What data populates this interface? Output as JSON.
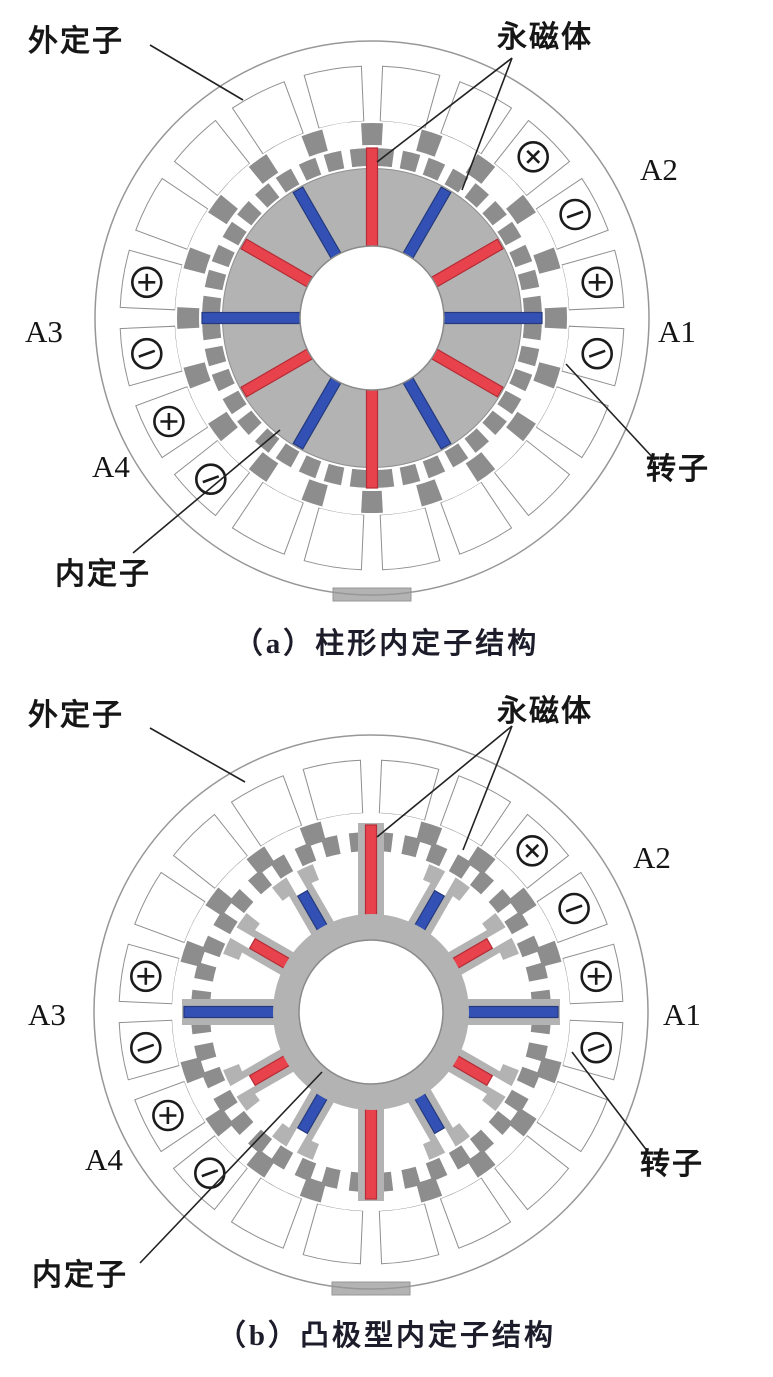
{
  "figure": {
    "diagrams": [
      {
        "id": "a",
        "caption": "（a）柱形内定子结构",
        "inner_type": "cylindrical",
        "labels": {
          "outer_stator": "外定子",
          "magnet": "永磁体",
          "rotor": "转子",
          "inner_stator": "内定子",
          "coil_a1": "A1",
          "coil_a2": "A2",
          "coil_a3": "A3",
          "coil_a4": "A4"
        }
      },
      {
        "id": "b",
        "caption": "（b）凸极型内定子结构",
        "inner_type": "salient_pole",
        "labels": {
          "outer_stator": "外定子",
          "magnet": "永磁体",
          "rotor": "转子",
          "inner_stator": "内定子",
          "coil_a1": "A1",
          "coil_a2": "A2",
          "coil_a3": "A3",
          "coil_a4": "A4"
        }
      }
    ],
    "stator": {
      "slot_count": 20,
      "slot_pitch_deg": 18
    },
    "magnets": {
      "count": 12,
      "angle_step_deg": 30,
      "top_color": "red",
      "alternation": [
        "red",
        "blue"
      ]
    },
    "coil_slots": [
      {
        "side": "right",
        "angle_deg": 45,
        "symbol": "circle-cross"
      },
      {
        "side": "right",
        "angle_deg": 63,
        "symbol": "circle-minus"
      },
      {
        "side": "right",
        "angle_deg": 81,
        "symbol": "circle-plus"
      },
      {
        "side": "right",
        "angle_deg": 99,
        "symbol": "circle-minus"
      },
      {
        "side": "left",
        "angle_deg": -81,
        "symbol": "circle-plus"
      },
      {
        "side": "left",
        "angle_deg": -99,
        "symbol": "circle-minus"
      },
      {
        "side": "left",
        "angle_deg": -117,
        "symbol": "circle-plus"
      },
      {
        "side": "left",
        "angle_deg": -135,
        "symbol": "circle-minus"
      }
    ],
    "colors": {
      "background": "#ffffff",
      "stator_light": "#b3b3b3",
      "seg_dark": "#8d8d8d",
      "outline": "#979797",
      "magnet_red": "#e8434d",
      "magnet_red_edge": "#b52c36",
      "magnet_blue": "#3351b4",
      "magnet_blue_edge": "#24397e",
      "symbol_ink": "#1b1b1b",
      "leader_ink": "#222222"
    }
  }
}
